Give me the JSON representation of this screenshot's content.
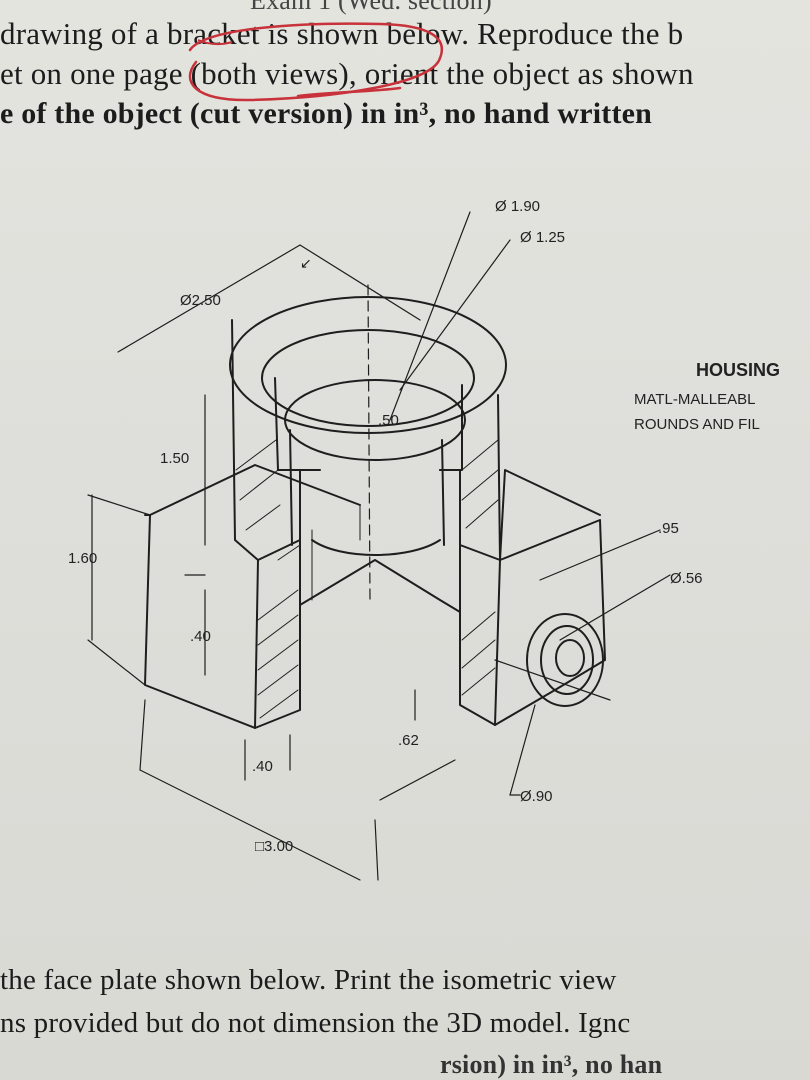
{
  "document": {
    "header_fragment": "Exam 1 (Wed. section)",
    "lines": [
      "drawing of a bracket is shown below.  Reproduce the b",
      "et on one page (both views), orient the object as shown",
      "e of the object (cut version) in in³, no hand written"
    ],
    "bottom_lines": [
      "the face plate shown below. Print the isometric view",
      "ns provided but do not dimension the 3D model. Ignc",
      "rsion) in in³, no han"
    ]
  },
  "drawing": {
    "title": "HOUSING",
    "notes": [
      "MATL-MALLEABL",
      "ROUNDS AND FIL"
    ],
    "dimensions": {
      "d190": "Ø 1.90",
      "d125": "Ø 1.25",
      "d250": "Ø2.50",
      "h150": "1.50",
      "h160": "1.60",
      "h50": ".50",
      "h40a": ".40",
      "w95": ".95",
      "d56": "Ø.56",
      "h62": ".62",
      "w40b": ".40",
      "d90": "Ø.90",
      "sq300": "□3.00"
    }
  }
}
